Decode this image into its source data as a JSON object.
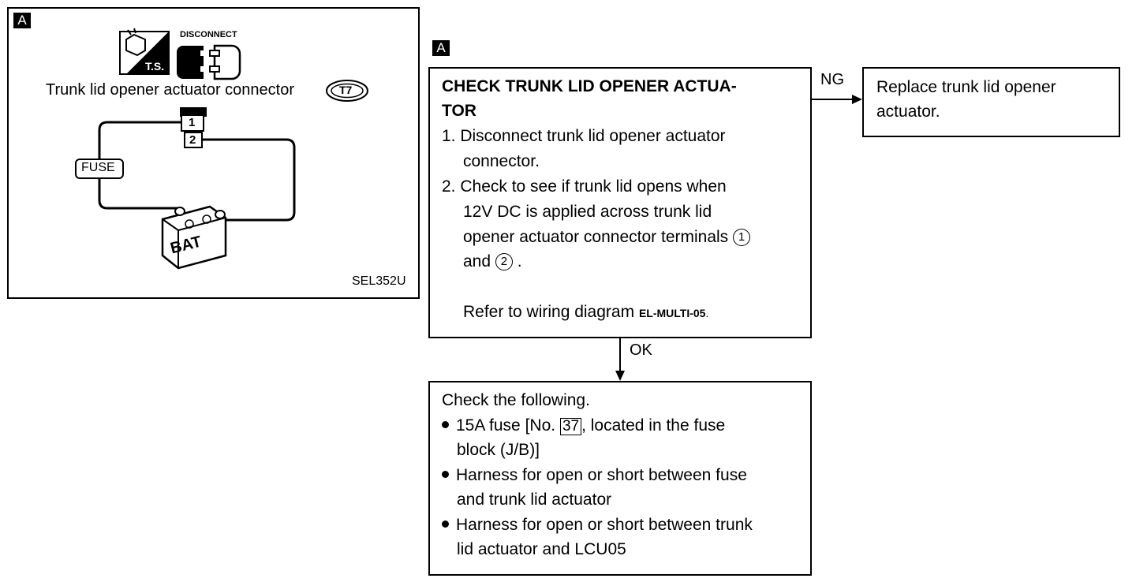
{
  "figure": {
    "badge": "A",
    "disconnect_label": "DISCONNECT",
    "ts_label": "T.S.",
    "connector_caption": "Trunk lid opener actuator connector",
    "connector_id": "T7",
    "terminal_1": "1",
    "terminal_2": "2",
    "fuse_label": "FUSE",
    "battery_label": "BAT",
    "figure_code": "SEL352U"
  },
  "flow": {
    "badge": "A",
    "check_box": {
      "title_line1": "CHECK TRUNK LID OPENER ACTUA-",
      "title_line2": "TOR",
      "step1_line1": "1. Disconnect trunk lid opener actuator",
      "step1_line2": "connector.",
      "step2_line1": "2. Check to see if trunk lid opens when",
      "step2_line2": "12V DC is applied across trunk lid",
      "step2_line3": "opener actuator connector terminals",
      "terminal_1_symbol": "1",
      "step2_line4_prefix": "and",
      "terminal_2_symbol": "2",
      "step2_line4_suffix": ".",
      "refer_prefix": "Refer to wiring diagram",
      "refer_code": "EL-MULTI-05",
      "refer_suffix": "."
    },
    "ng_label": "NG",
    "ok_label": "OK",
    "ng_box": {
      "line1": "Replace trunk lid opener",
      "line2": "actuator."
    },
    "ok_box": {
      "line1": "Check the following.",
      "item1_line1_prefix": "15A fuse [No.",
      "item1_fuse_no": "37",
      "item1_line1_suffix": ", located in the fuse",
      "item1_line2": "block (J/B)]",
      "item2_line1": "Harness for open or short between fuse",
      "item2_line2": "and trunk lid actuator",
      "item3_line1": "Harness for open or short between trunk",
      "item3_line2": "lid actuator and LCU05"
    }
  }
}
